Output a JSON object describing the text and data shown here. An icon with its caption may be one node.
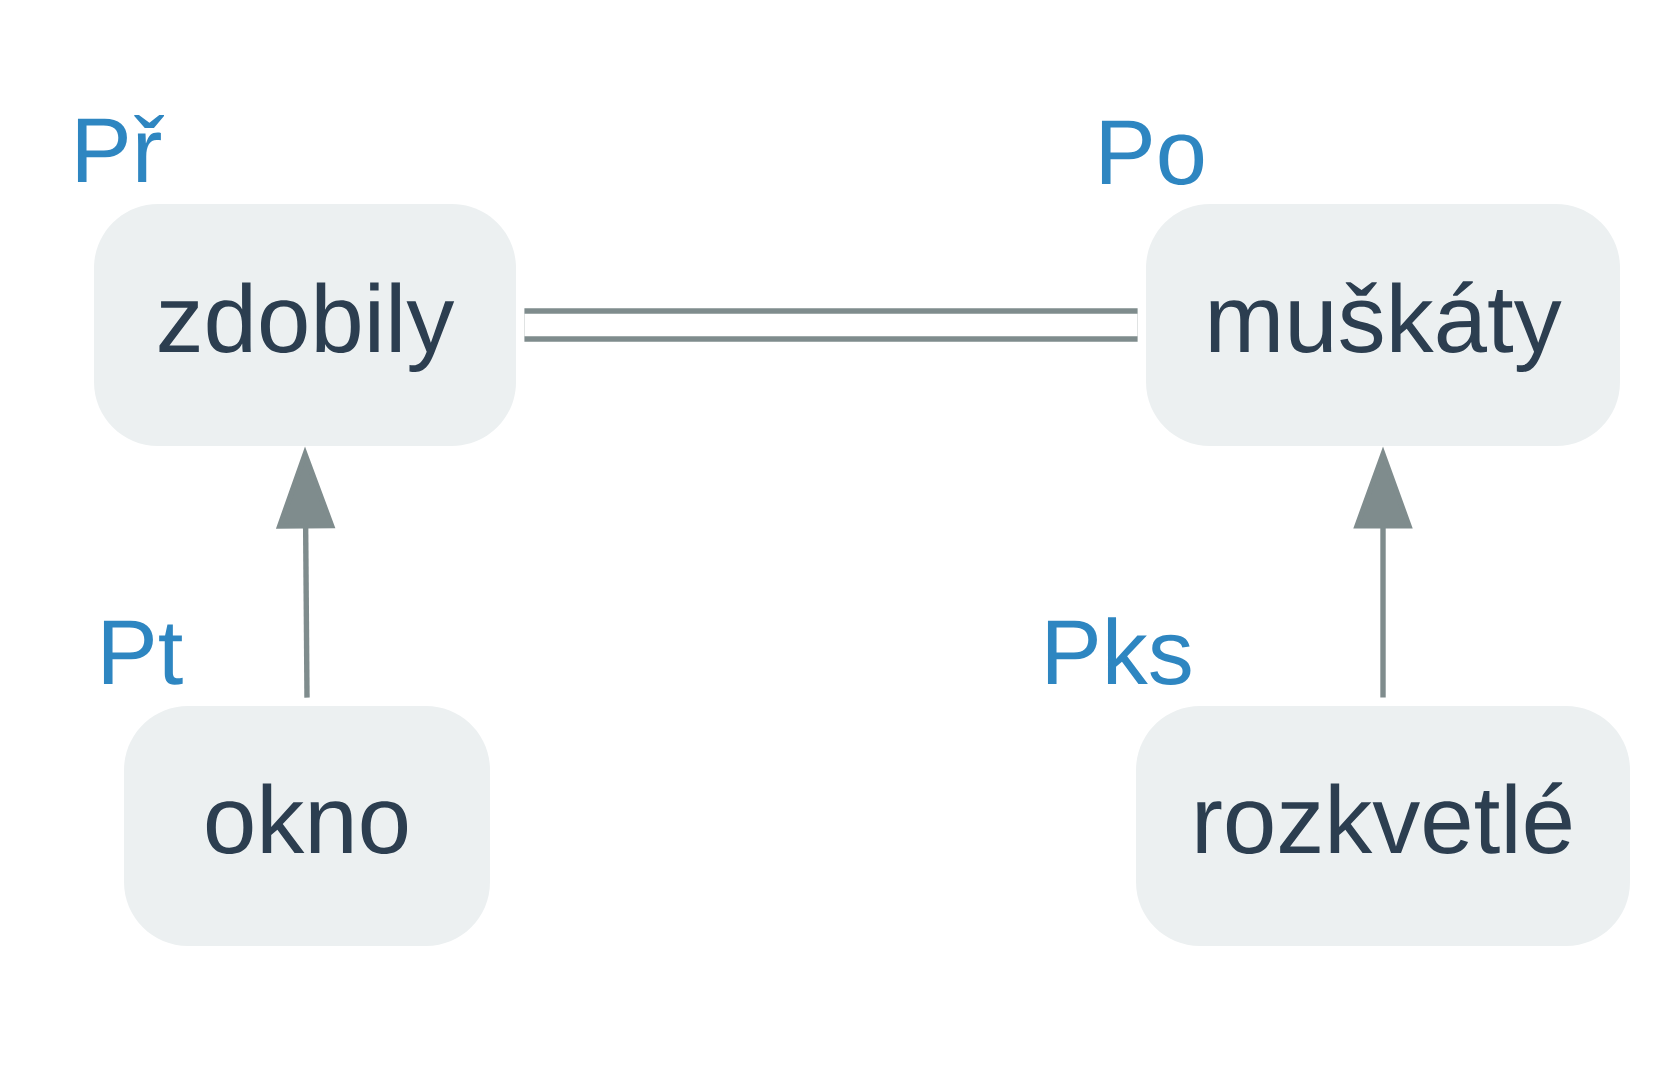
{
  "diagram": {
    "nodes": [
      {
        "text": [
          "zdobily"
        ],
        "beside": [
          "Př"
        ]
      },
      {
        "text": [
          "muškáty"
        ],
        "beside": [
          "Po"
        ]
      },
      {
        "text": [
          "okno"
        ],
        "beside": [
          "Pt"
        ]
      },
      {
        "text": [
          "rozkvetlé"
        ],
        "beside": [
          "Pks"
        ]
      }
    ],
    "edges": [
      {
        "from": 0,
        "to": 1,
        "arrow": "none",
        "style": "thick"
      },
      {
        "from": 2,
        "to": 0,
        "arrow": "to"
      },
      {
        "from": 3,
        "to": 1,
        "arrow": "to"
      }
    ]
  }
}
